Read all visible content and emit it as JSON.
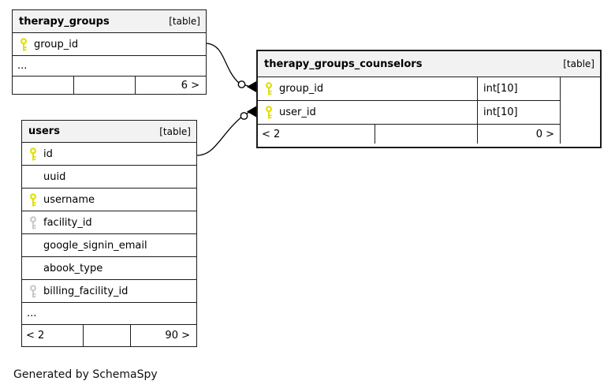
{
  "page": {
    "footer_note": "Generated by SchemaSpy"
  },
  "colors": {
    "bg": "#ffffff",
    "text": "#000000",
    "border": "#1c1c1c",
    "header_bg": "#f2f2f2",
    "key_primary": "#e0e000",
    "key_foreign": "#c9c9c9"
  },
  "tables": {
    "therapy_groups": {
      "name": "therapy_groups",
      "badge": "[table]",
      "columns": [
        {
          "name": "group_id",
          "key": "primary"
        }
      ],
      "ellipsis": "...",
      "footer": {
        "parents": "",
        "middle": "",
        "children": "6 >"
      }
    },
    "therapy_groups_counselors": {
      "name": "therapy_groups_counselors",
      "badge": "[table]",
      "columns": [
        {
          "name": "group_id",
          "type": "int[10]",
          "key": "primary"
        },
        {
          "name": "user_id",
          "type": "int[10]",
          "key": "primary"
        }
      ],
      "footer": {
        "parents": "< 2",
        "middle": "",
        "children": "0 >"
      }
    },
    "users": {
      "name": "users",
      "badge": "[table]",
      "columns": [
        {
          "name": "id",
          "key": "primary"
        },
        {
          "name": "uuid",
          "key": "none"
        },
        {
          "name": "username",
          "key": "primary"
        },
        {
          "name": "facility_id",
          "key": "foreign"
        },
        {
          "name": "google_signin_email",
          "key": "none"
        },
        {
          "name": "abook_type",
          "key": "none"
        },
        {
          "name": "billing_facility_id",
          "key": "foreign"
        }
      ],
      "ellipsis": "...",
      "footer": {
        "parents": "< 2",
        "middle": "",
        "children": "90 >"
      }
    }
  },
  "relationships": [
    {
      "parent": "therapy_groups.group_id",
      "child": "therapy_groups_counselors.group_id"
    },
    {
      "parent": "users.id",
      "child": "therapy_groups_counselors.user_id"
    }
  ]
}
